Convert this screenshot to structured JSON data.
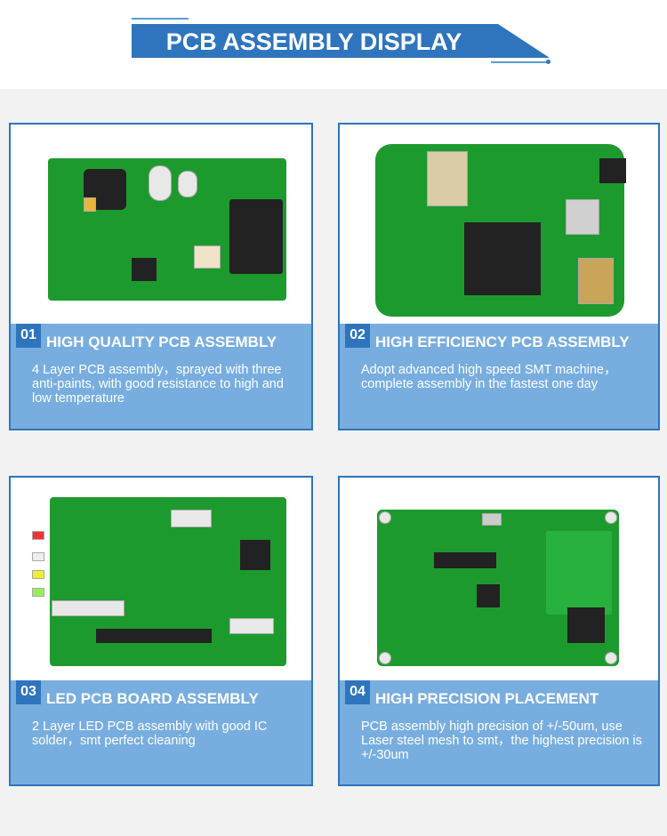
{
  "header": {
    "title": "PCB ASSEMBLY DISPLAY"
  },
  "cards": [
    {
      "num": "01",
      "title": "HIGH QUALITY PCB ASSEMBLY",
      "desc": "4 Layer PCB assembly，sprayed with three anti-paints, with good resistance to high and low temperature"
    },
    {
      "num": "02",
      "title": "HIGH EFFICIENCY PCB ASSEMBLY",
      "desc": "Adopt advanced high speed SMT machine，complete assembly in the fastest one day"
    },
    {
      "num": "03",
      "title": "LED PCB BOARD ASSEMBLY",
      "desc": "2 Layer LED PCB assembly with good IC solder，smt perfect cleaning"
    },
    {
      "num": "04",
      "title": "HIGH PRECISION PLACEMENT",
      "desc": "PCB assembly high precision of +/-50um, use Laser steel mesh to smt，the highest precision is +/-30um"
    }
  ]
}
